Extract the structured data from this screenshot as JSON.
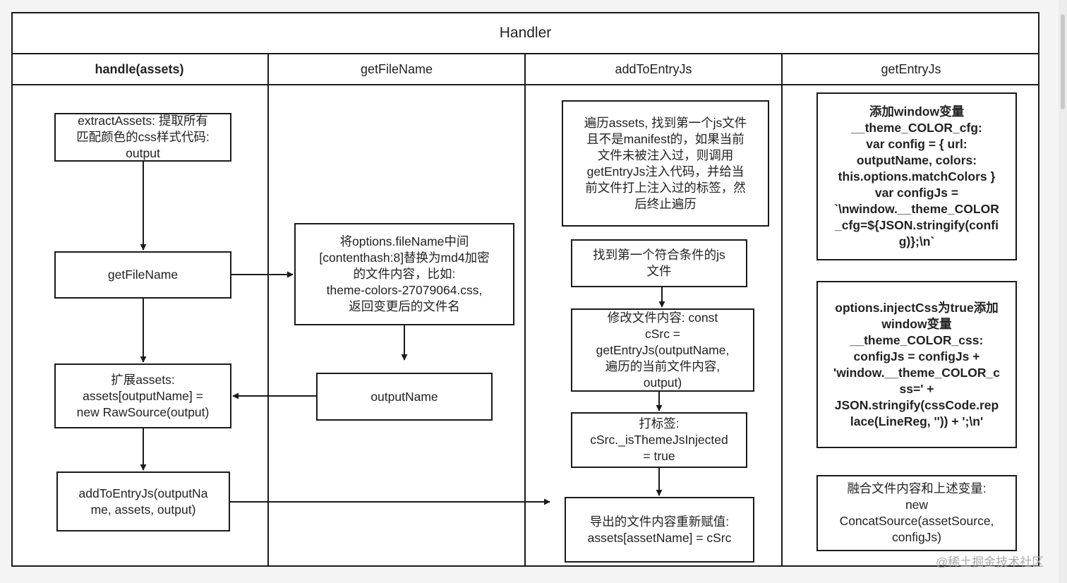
{
  "diagram": {
    "title": "Handler",
    "lanes": [
      {
        "label": "handle(assets)"
      },
      {
        "label": "getFileName"
      },
      {
        "label": "addToEntryJs"
      },
      {
        "label": "getEntryJs"
      }
    ],
    "boxes": {
      "extract_assets": "extractAssets: 提取所有\n匹配颜色的css样式代码:\noutput",
      "get_file_name": "getFileName",
      "extend_assets": "扩展assets:\nassets[outputName] =\nnew RawSource(output)",
      "add_to_entry_js": "addToEntryJs(outputNa\nme, assets, output)",
      "replace_hash": "将options.fileName中间\n[contenthash:8]替换为md4加密\n的文件内容，比如:\ntheme-colors-27079064.css,\n返回变更后的文件名",
      "output_name": "outputName",
      "traverse_assets": "遍历assets, 找到第一个js文件\n且不是manifest的，如果当前\n文件未被注入过，则调用\ngetEntryJs注入代码，并给当\n前文件打上注入过的标签，然\n后终止遍历",
      "find_first_js": "找到第一个符合条件的js\n文件",
      "modify_content": "修改文件内容:   const\ncSrc =\ngetEntryJs(outputName,\n遍历的当前文件内容,\noutput)",
      "tag_injected": "打标签:\ncSrc._isThemeJsInjected\n= true",
      "reassign_export": "导出的文件内容重新赋值:\nassets[assetName] = cSrc",
      "window_cfg": "添加window变量\n__theme_COLOR_cfg:\nvar config = { url:\noutputName, colors:\nthis.options.matchColors }\nvar configJs =\n`\\nwindow.__theme_COLOR\n_cfg=${JSON.stringify(confi\ng)};\\n`",
      "inject_css": "options.injectCss为true添加\nwindow变量\n__theme_COLOR_css:\nconfigJs = configJs +\n'window.__theme_COLOR_c\nss=' +\nJSON.stringify(cssCode.rep\nlace(LineReg, '')) + ';\\n'",
      "concat_source": "融合文件内容和上述变量:\nnew\nConcatSource(assetSource,\nconfigJs)"
    }
  },
  "watermark": "@稀土掘金技术社区"
}
